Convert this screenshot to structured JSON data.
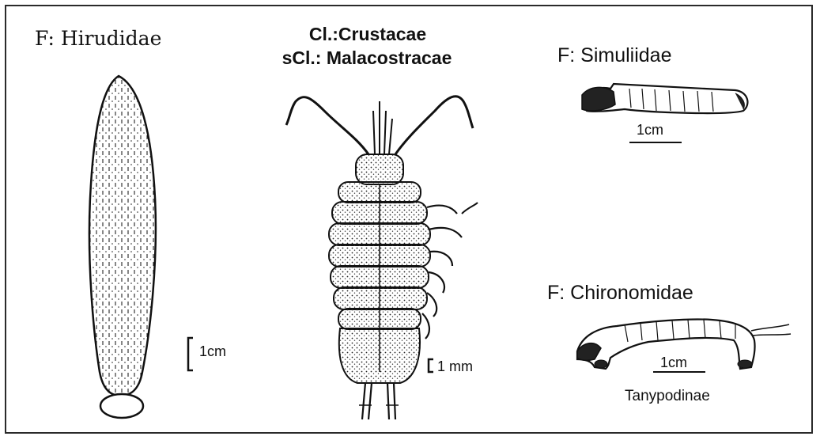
{
  "labels": {
    "hirudidae": "F: Hirudidae",
    "crustacae_class": "Cl.:Crustacae",
    "malacostracae_subclass": "sCl.: Malacostracae",
    "simuliidae": "F: Simuliidae",
    "chironomidae": "F: Chironomidae",
    "tanypodinae": "Tanypodinae"
  },
  "scales": {
    "hirudidae": "1cm",
    "crustacea": "1 mm",
    "simuliidae": "1cm",
    "chironomidae": "1cm"
  },
  "colors": {
    "ink": "#111111",
    "frame": "#2a2a2a",
    "stipple": "#e6e6e6"
  }
}
